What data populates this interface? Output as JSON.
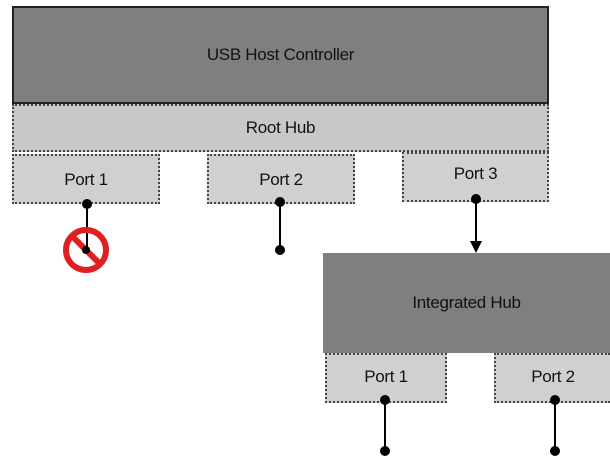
{
  "host_controller": {
    "label": "USB Host Controller"
  },
  "root_hub": {
    "label": "Root Hub",
    "ports": [
      {
        "label": "Port 1",
        "status": "disabled"
      },
      {
        "label": "Port 2",
        "status": "open"
      },
      {
        "label": "Port 3",
        "status": "connected-to-hub"
      }
    ]
  },
  "integrated_hub": {
    "label": "Integrated Hub",
    "ports": [
      {
        "label": "Port 1"
      },
      {
        "label": "Port 2"
      }
    ]
  },
  "colors": {
    "controller_fill": "#7f7f7f",
    "hub_fill": "#c8c8c8",
    "port_fill": "#d0d0d0",
    "prohibited": "#e02020"
  },
  "icons": {
    "port1_status": "prohibited-icon"
  }
}
